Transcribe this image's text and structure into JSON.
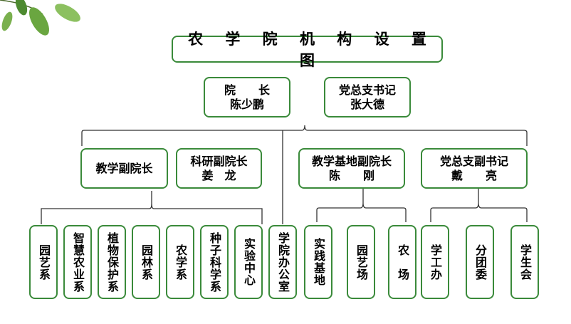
{
  "title": "农 学 院 机 构 设 置 图",
  "leaders": {
    "dean": "院　　长\n陈少鹏",
    "party_secretary": "党总支书记\n张大德"
  },
  "deputies": {
    "teaching": "教学副院长",
    "research": "科研副院长\n姜　龙",
    "base": "教学基地副院长\n陈　　刚",
    "party_deputy": "党总支副书记\n戴　　亮"
  },
  "departments": {
    "yuanyi": "园艺系",
    "zhihui": "智慧农业系",
    "zhiwu": "植物保护系",
    "yuanlin": "园林系",
    "nongxue": "农学系",
    "zhongzi": "种子科学系",
    "shiyan": "实验中心",
    "office": "学院办公室",
    "shijian": "实践基地",
    "yuanyichang": "园艺场",
    "nongchang": "农　场",
    "xuegong": "学工办",
    "tuanwei": "分团委",
    "xueshenghui": "学生会"
  },
  "colors": {
    "border": "#3a8a3a",
    "line": "#333333",
    "leaf": "#5a9a3a"
  }
}
